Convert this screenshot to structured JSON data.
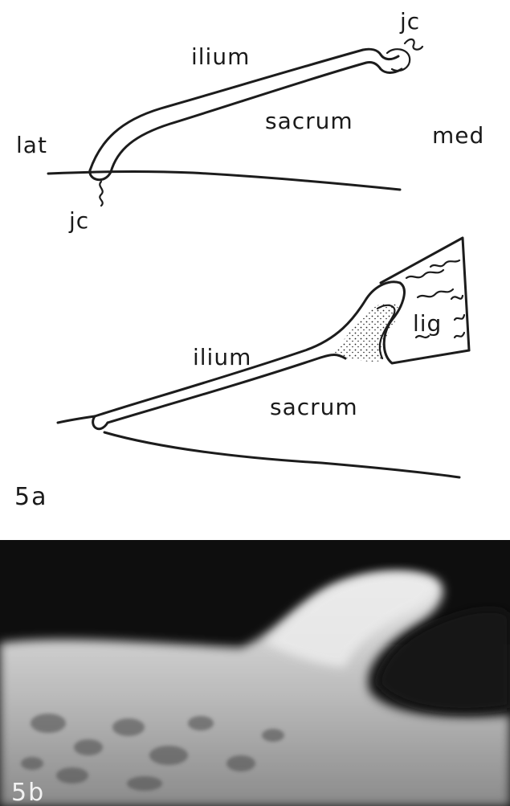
{
  "figure": {
    "panel_a": {
      "panel_label": "5a",
      "top_drawing": {
        "ilium_label": "ilium",
        "sacrum_label": "sacrum",
        "lateral_label": "lat",
        "medial_label": "med",
        "joint_capsule_upper_label": "jc",
        "joint_capsule_lower_label": "jc"
      },
      "bottom_drawing": {
        "ilium_label": "ilium",
        "sacrum_label": "sacrum",
        "ligament_label": "lig"
      }
    },
    "panel_b": {
      "panel_label": "5b"
    }
  }
}
